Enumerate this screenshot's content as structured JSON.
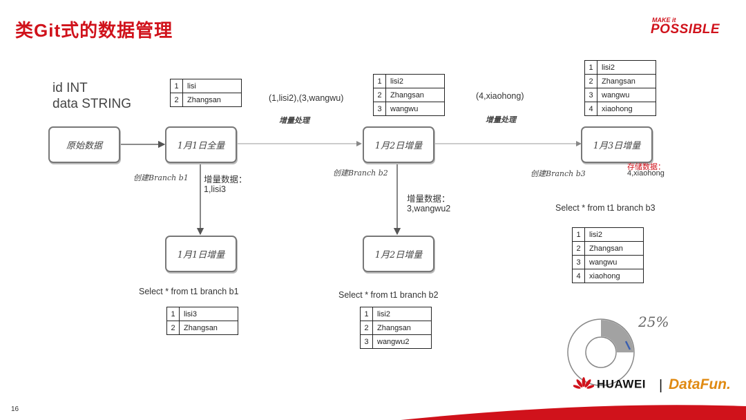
{
  "header": {
    "title": "类Git式的数据管理",
    "brand_line1": "MAKE it",
    "brand_line2": "POSSIBLE"
  },
  "footer": {
    "page_number": "16",
    "huawei": "HUAWEI",
    "separator": "|",
    "datafun": "DataFun."
  },
  "schema": {
    "line1": "id INT",
    "line2": "data STRING"
  },
  "nodes": {
    "raw": "原始数据",
    "full_jan1": "1月1日全量",
    "inc_jan2": "1月2日增量",
    "inc_jan3": "1月3日增量",
    "inc_jan1_branch": "1月1日增量",
    "inc_jan2_branch": "1月2日增量"
  },
  "edge_labels": {
    "inc1_data": "(1,lisi2),(3,wangwu)",
    "inc1_process": "增量处理",
    "inc2_data": "(4,xiaohong)",
    "inc2_process": "增量处理",
    "branch_b1": "创建Branch b1",
    "branch_b2": "创建Branch b2",
    "branch_b3": "创建Branch b3",
    "b1_inc": "增量数据：\n1,lisi3",
    "b2_inc": "增量数据：\n3,wangwu2",
    "b3_store": "存储数据：",
    "b3_store_val": "4,xiaohong"
  },
  "queries": {
    "b1": "Select * from t1 branch b1",
    "b2": "Select * from t1  branch b2",
    "b3": "Select * from t1 branch b3"
  },
  "tables": {
    "full_jan1": [
      [
        "1",
        "lisi"
      ],
      [
        "2",
        "Zhangsan"
      ]
    ],
    "jan2": [
      [
        "1",
        "lisi2"
      ],
      [
        "2",
        "Zhangsan"
      ],
      [
        "3",
        "wangwu"
      ]
    ],
    "jan3": [
      [
        "1",
        "lisi2"
      ],
      [
        "2",
        "Zhangsan"
      ],
      [
        "3",
        "wangwu"
      ],
      [
        "4",
        "xiaohong"
      ]
    ],
    "b1_result": [
      [
        "1",
        "lisi3"
      ],
      [
        "2",
        "Zhangsan"
      ]
    ],
    "b2_result": [
      [
        "1",
        "lisi2"
      ],
      [
        "2",
        "Zhangsan"
      ],
      [
        "3",
        "wangwu2"
      ]
    ],
    "b3_result": [
      [
        "1",
        "lisi2"
      ],
      [
        "2",
        "Zhangsan"
      ],
      [
        "3",
        "wangwu"
      ],
      [
        "4",
        "xiaohong"
      ]
    ]
  },
  "decor": {
    "progress_label": "25%",
    "progress_value": 0.25
  },
  "colors": {
    "accent": "#d0121b",
    "box_border": "#777777",
    "datafun": "#e08a12"
  }
}
